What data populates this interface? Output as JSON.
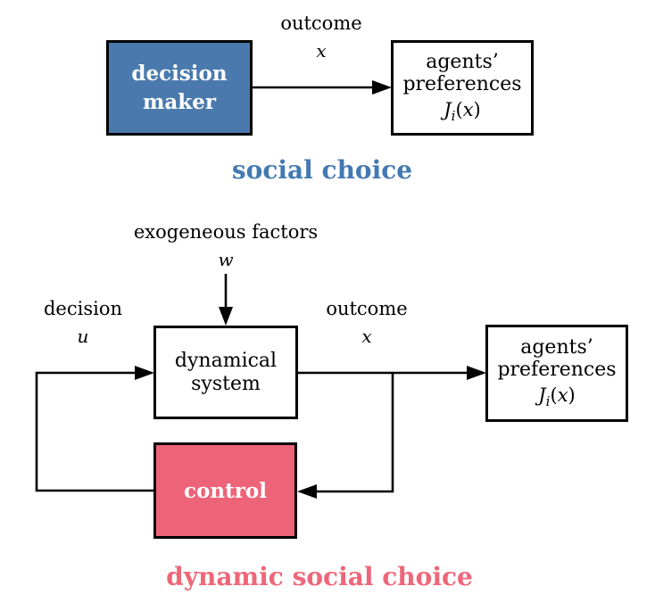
{
  "colors": {
    "box_blue": "#4a7aad",
    "box_pink": "#ed6378",
    "caption_blue": "#4379b3",
    "caption_pink": "#ee6679",
    "line_black": "#000000"
  },
  "top_diagram": {
    "decision_maker_box": "decision\nmaker",
    "outcome_label": "outcome",
    "outcome_var": "x",
    "agents_box_lines": "agents’\npreferences",
    "caption": "social choice"
  },
  "bottom_diagram": {
    "exogeneous_label": "exogeneous factors",
    "exogeneous_var": "w",
    "decision_label": "decision",
    "decision_var": "u",
    "outcome_label": "outcome",
    "outcome_var": "x",
    "dynamical_system_box": "dynamical\nsystem",
    "control_box": "control",
    "agents_box_lines": "agents’\npreferences",
    "caption": "dynamic social choice"
  },
  "math": {
    "J": "J",
    "sub": "i",
    "open": "(",
    "x": "x",
    "close": ")"
  }
}
